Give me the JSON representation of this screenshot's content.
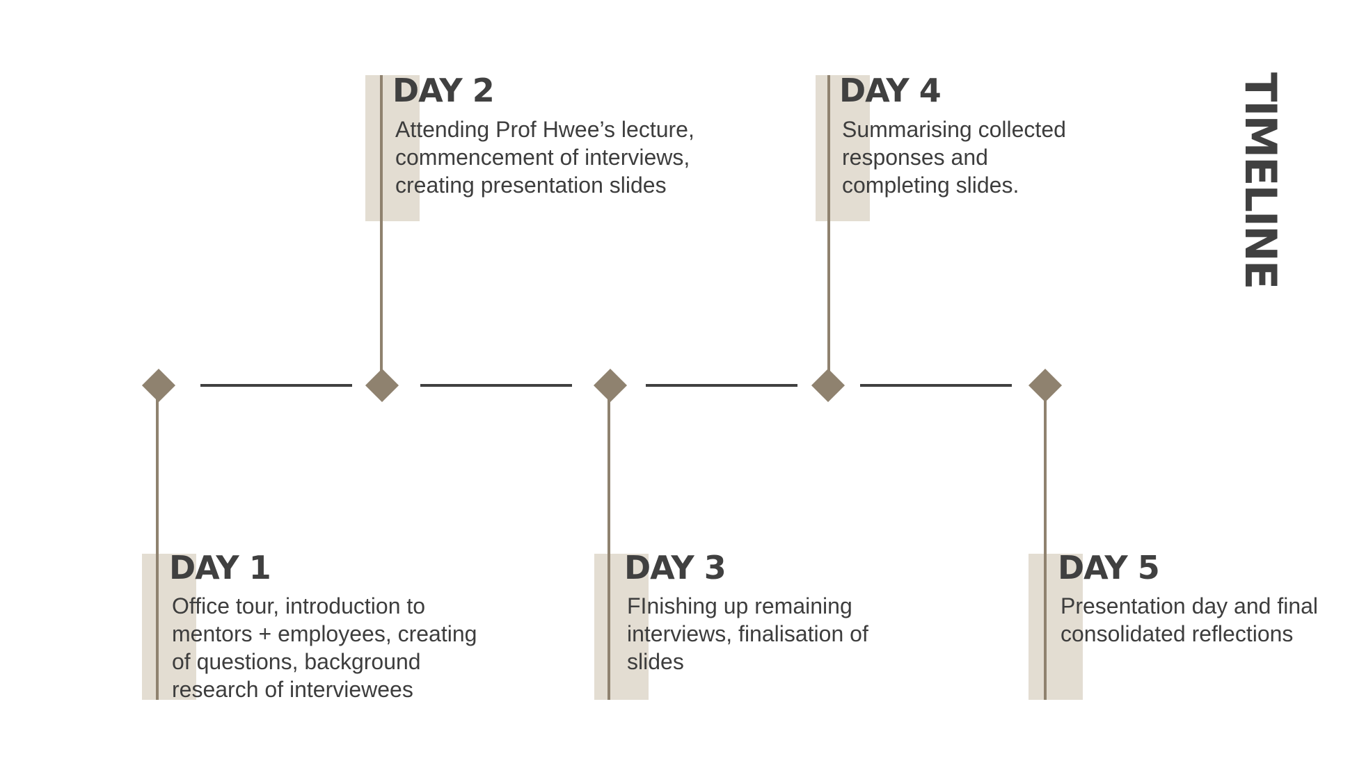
{
  "title": "TIMELINE",
  "days": [
    {
      "title": "DAY 1",
      "description": "Office tour, introduction to mentors + employees, creating of questions, background research of interviewees"
    },
    {
      "title": "DAY 2",
      "description": "Attending Prof Hwee’s lecture, commencement of interviews, creating presentation slides"
    },
    {
      "title": "DAY 3",
      "description": "FInishing up remaining interviews, finalisation of slides"
    },
    {
      "title": "DAY 4",
      "description": "Summarising collected responses and completing slides."
    },
    {
      "title": "DAY 5",
      "description": "Presentation day and final consolidated reflections"
    }
  ],
  "colors": {
    "marker": "#8f826f",
    "accent_block": "#e3ddd2",
    "connector": "#404040",
    "text": "#404040"
  }
}
